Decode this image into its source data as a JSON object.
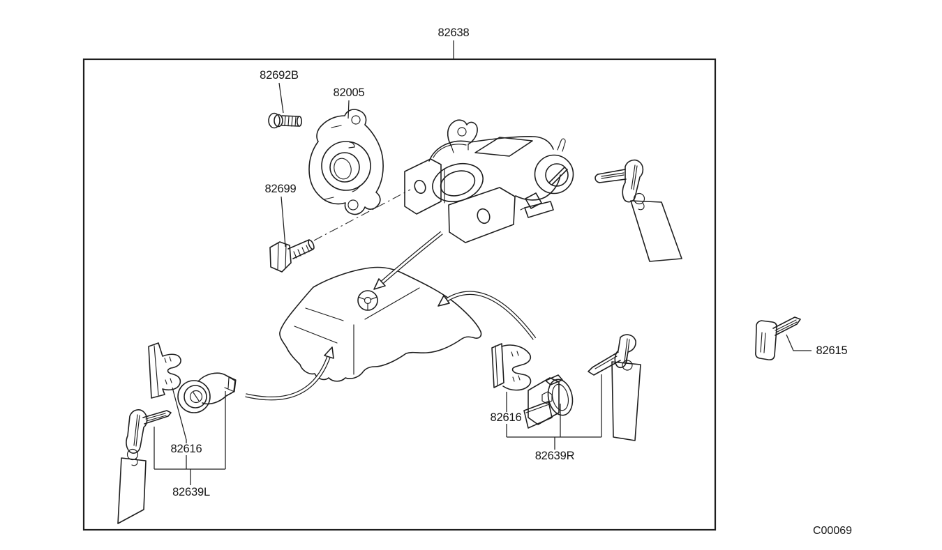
{
  "figure": {
    "code": "C00069",
    "callouts": {
      "assembly": "82638",
      "screw": "82692B",
      "cover": "82005",
      "bolt": "82699",
      "lock_cylinder_left": "82616",
      "lock_set_left": "82639L",
      "lock_cylinder_right": "82616",
      "lock_set_right": "82639R",
      "key_blank": "82615"
    }
  }
}
